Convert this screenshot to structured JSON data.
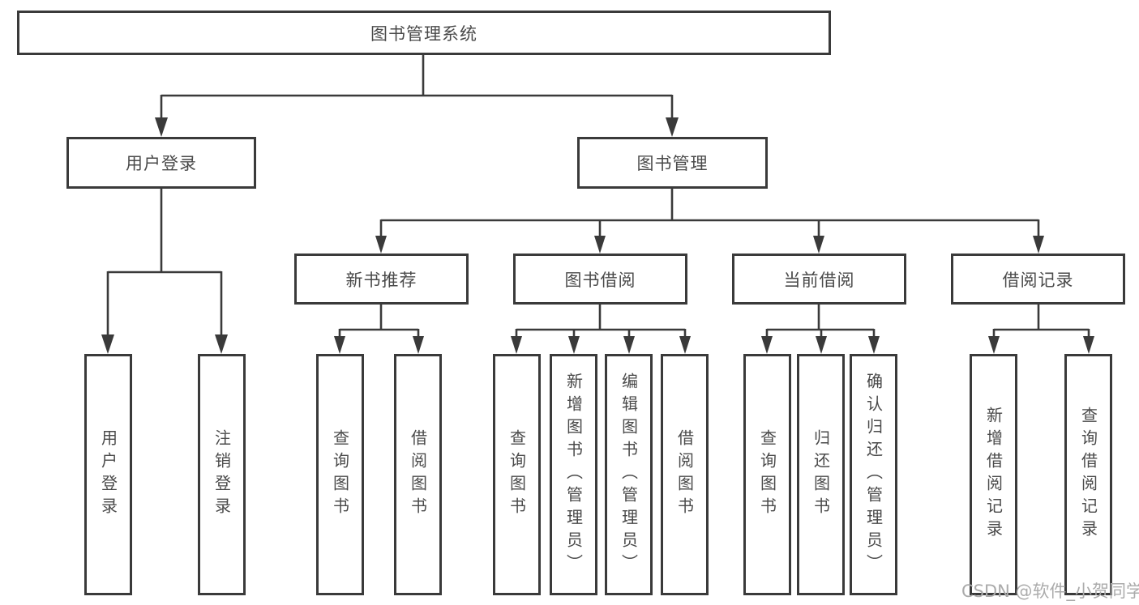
{
  "diagram": {
    "root": {
      "label": "图书管理系统"
    },
    "level2": [
      {
        "id": "user-login",
        "label": "用户登录"
      },
      {
        "id": "book-management",
        "label": "图书管理"
      }
    ],
    "level3": [
      {
        "id": "new-book-recommend",
        "label": "新书推荐"
      },
      {
        "id": "book-borrow",
        "label": "图书借阅"
      },
      {
        "id": "current-borrow",
        "label": "当前借阅"
      },
      {
        "id": "borrow-records",
        "label": "借阅记录"
      }
    ],
    "leaves": [
      {
        "group": "user-login",
        "label": "用户登录"
      },
      {
        "group": "user-login",
        "label": "注销登录"
      },
      {
        "group": "new-book-recommend",
        "label": "查询图书"
      },
      {
        "group": "new-book-recommend",
        "label": "借阅图书"
      },
      {
        "group": "book-borrow",
        "label": "查询图书"
      },
      {
        "group": "book-borrow",
        "label": "新增图书（管理员）"
      },
      {
        "group": "book-borrow",
        "label": "编辑图书（管理员）"
      },
      {
        "group": "book-borrow",
        "label": "借阅图书"
      },
      {
        "group": "current-borrow",
        "label": "查询图书"
      },
      {
        "group": "current-borrow",
        "label": "归还图书"
      },
      {
        "group": "current-borrow",
        "label": "确认归还（管理员）"
      },
      {
        "group": "borrow-records",
        "label": "新增借阅记录"
      },
      {
        "group": "borrow-records",
        "label": "查询借阅记录"
      }
    ]
  },
  "watermark": {
    "text": "CSDN @软件_小贺同学"
  },
  "colors": {
    "line": "#3a3a3a",
    "box_background": "#ffffff",
    "text": "#4a4a4a",
    "watermark": "#ababab"
  }
}
